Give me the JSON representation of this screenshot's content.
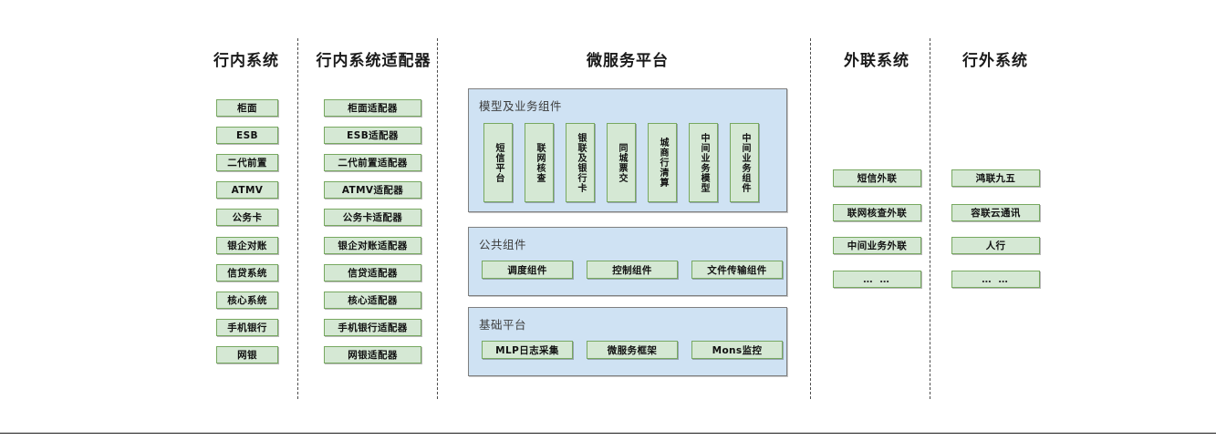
{
  "diagram": {
    "columns": [
      {
        "id": "internal-systems",
        "title": "行内系统",
        "items": [
          "柜面",
          "ESB",
          "二代前置",
          "ATMV",
          "公务卡",
          "银企对账",
          "信贷系统",
          "核心系统",
          "手机银行",
          "网银"
        ]
      },
      {
        "id": "internal-adapters",
        "title": "行内系统适配器",
        "items": [
          "柜面适配器",
          "ESB适配器",
          "二代前置适配器",
          "ATMV适配器",
          "公务卡适配器",
          "银企对账适配器",
          "信贷适配器",
          "核心适配器",
          "手机银行适配器",
          "网银适配器"
        ]
      },
      {
        "id": "microservice-platform",
        "title": "微服务平台"
      },
      {
        "id": "external-link-systems",
        "title": "外联系统",
        "items": [
          "短信外联",
          "联网核查外联",
          "中间业务外联",
          "… …"
        ]
      },
      {
        "id": "outside-bank-systems",
        "title": "行外系统",
        "items": [
          "鸿联九五",
          "容联云通讯",
          "人行",
          "… …"
        ]
      }
    ],
    "platform": {
      "panels": [
        {
          "id": "model-business-components",
          "title": "模型及业务组件",
          "orientation": "vertical",
          "items": [
            "短信平台",
            "联网核查",
            "银联及银行卡",
            "同城票交",
            "城商行清算",
            "中间业务模型",
            "中间业务组件"
          ]
        },
        {
          "id": "public-components",
          "title": "公共组件",
          "orientation": "horizontal",
          "items": [
            "调度组件",
            "控制组件",
            "文件传输组件"
          ]
        },
        {
          "id": "base-platform",
          "title": "基础平台",
          "orientation": "horizontal",
          "items": [
            "MLP日志采集",
            "微服务框架",
            "Mons监控"
          ]
        }
      ]
    },
    "colors": {
      "node_fill": "#d5e8d4",
      "node_border": "#77a860",
      "panel_fill": "#cfe2f3",
      "panel_border": "#7f7f7f",
      "divider": "#4d4d4d",
      "text": "#111111"
    }
  }
}
